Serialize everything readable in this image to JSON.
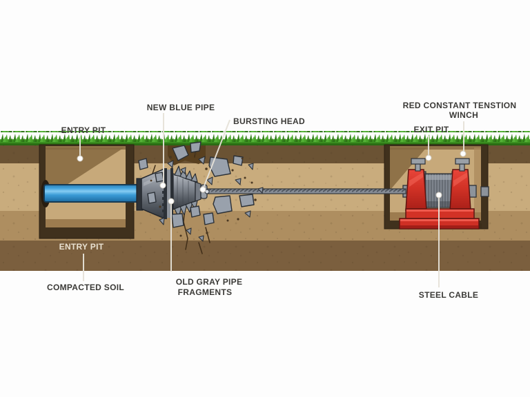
{
  "diagram": {
    "subject": "pipe-bursting-cross-section",
    "labels": {
      "entry_pit_top": "ENTRY PIT",
      "new_blue_pipe": "NEW BLUE PIPE",
      "bursting_head": "BURSTING HEAD",
      "exit_pit": "EXIT PIT",
      "winch_line1": "RED CONSTANT TENSTION",
      "winch_line2": "WINCH",
      "entry_pit_bottom": "ENTRY PIT",
      "compacted_soil": "COMPACTED SOIL",
      "old_gray_pipe_line1": "OLD GRAY PIPE",
      "old_gray_pipe_line2": "FRAGMENTS",
      "steel_cable": "STEEL CABLE"
    },
    "colors": {
      "sky": "#fdfdfd",
      "grass_green": "#3f9a24",
      "grass_dark": "#2f7d18",
      "topsoil_dark": "#6b5334",
      "soil_light": "#c9ac7d",
      "soil_medium": "#ae8e60",
      "subsoil_dark": "#7b5f3e",
      "disturbed_soil": "#59401f",
      "pit_frame": "#40311d",
      "pit_interior": "#c7a97a",
      "pipe_blue": "#43a3dd",
      "pipe_highlight": "#86ccf2",
      "winch_red": "#d23226",
      "winch_red_dark": "#a21f18",
      "steel_gray": "#8d939b",
      "fragment_gray": "#99a1ac",
      "label_text": "#3b3a37",
      "label_text_light": "#e9e1d1",
      "leader_line": "#e6e1d8"
    }
  }
}
